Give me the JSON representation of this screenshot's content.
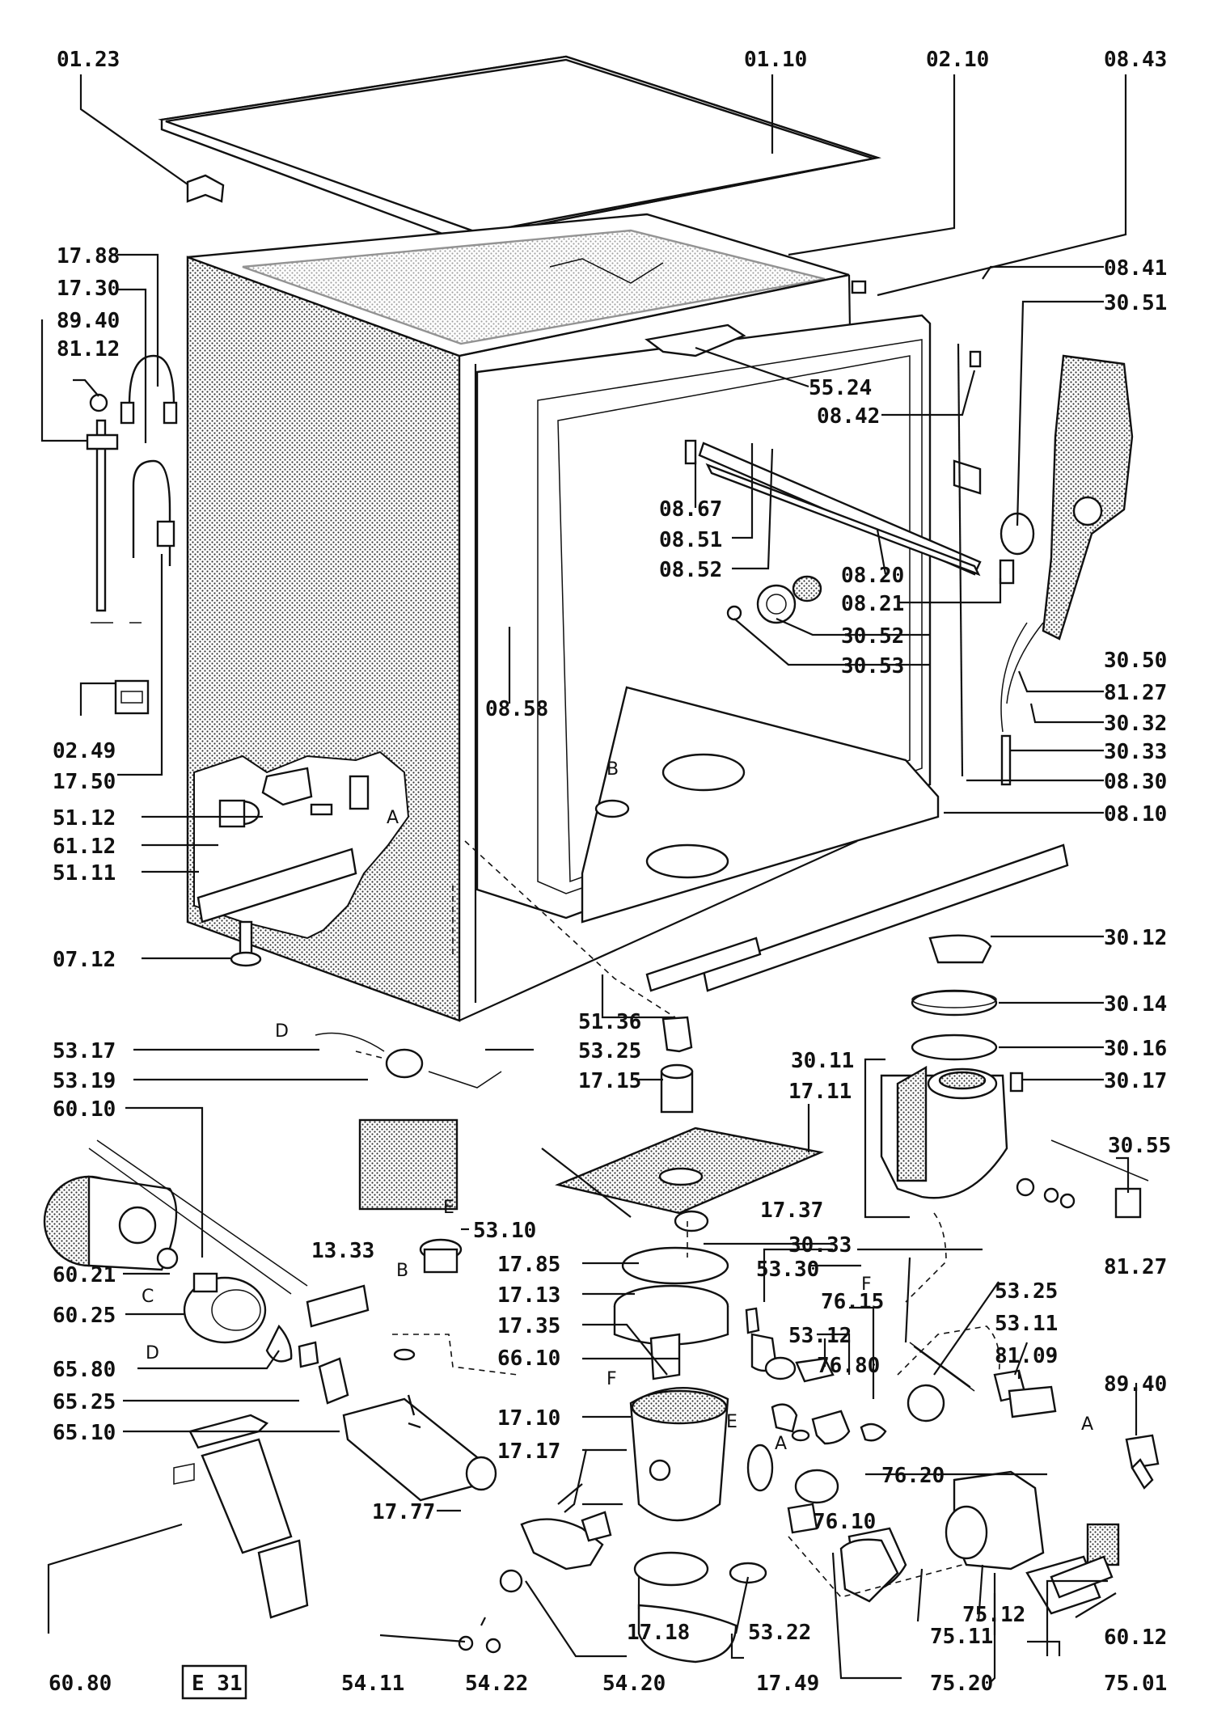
{
  "sheet_code": "E 31",
  "callouts": {
    "c0123": "01.23",
    "c0110": "01.10",
    "c0210": "02.10",
    "c0843": "08.43",
    "c1788": "17.88",
    "c1730": "17.30",
    "c8940a": "89.40",
    "c8112": "81.12",
    "c0841": "08.41",
    "c3051": "30.51",
    "c5524": "55.24",
    "c0842": "08.42",
    "c0867": "08.67",
    "c0851": "08.51",
    "c0852": "08.52",
    "c0820": "08.20",
    "c0821": "08.21",
    "c3052": "30.52",
    "c3053": "30.53",
    "c3050": "30.50",
    "c8127a": "81.27",
    "c3032": "30.32",
    "c3033a": "30.33",
    "c0830": "08.30",
    "c0810": "08.10",
    "c0858": "08.58",
    "c0249": "02.49",
    "c1750": "17.50",
    "c5112": "51.12",
    "c6112": "61.12",
    "c5111": "51.11",
    "c0712": "07.12",
    "c5136": "51.36",
    "c3012": "30.12",
    "c3014": "30.14",
    "c3016": "30.16",
    "c3017": "30.17",
    "c3011": "30.11",
    "c3055": "30.55",
    "c5317": "53.17",
    "c5325a": "53.25",
    "c5319": "53.19",
    "c1715": "17.15",
    "c1711": "17.11",
    "c6010": "60.10",
    "c5310": "53.10",
    "c1737": "17.37",
    "c3033b": "30.33",
    "c8127b": "81.27",
    "c1333": "13.33",
    "c1785": "17.85",
    "c5330": "53.30",
    "c6021": "60.21",
    "c1713": "17.13",
    "c7615": "76.15",
    "c5325b": "53.25",
    "c6025": "60.25",
    "c1735": "17.35",
    "c5312": "53.12",
    "c5311": "53.11",
    "c6580": "65.80",
    "c6610": "66.10",
    "c8109": "81.09",
    "c7680": "76.80",
    "c6525": "65.25",
    "c1710": "17.10",
    "c8940b": "89.40",
    "c6510": "65.10",
    "c1717": "17.17",
    "c7620": "76.20",
    "c1777": "17.77",
    "c7610": "76.10",
    "c7512": "75.12",
    "c6012": "60.12",
    "c1718": "17.18",
    "c5322": "53.22",
    "c7511": "75.11",
    "c6080": "60.80",
    "c5411": "54.11",
    "c5422": "54.22",
    "c5420": "54.20",
    "c1749": "17.49",
    "c7520": "75.20",
    "c7501": "75.01"
  },
  "markers": {
    "A1": "A",
    "A2": "A",
    "A3": "A",
    "B1": "B",
    "B2": "B",
    "C1": "C",
    "D1": "D",
    "D2": "D",
    "E1": "E",
    "E2": "E",
    "F1": "F",
    "F2": "F"
  }
}
